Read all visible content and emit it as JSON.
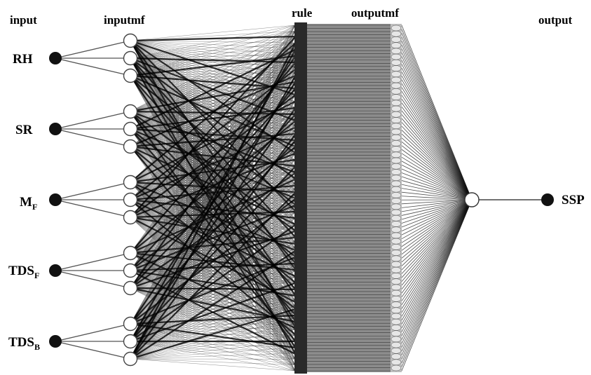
{
  "headers": {
    "input": "input",
    "inputmf": "inputmf",
    "rule": "rule",
    "outputmf": "outputmf",
    "output": "output"
  },
  "inputs": [
    {
      "main": "RH",
      "sub": ""
    },
    {
      "main": "SR",
      "sub": ""
    },
    {
      "main": "M",
      "sub": "F"
    },
    {
      "main": "TDS",
      "sub": "F"
    },
    {
      "main": "TDS",
      "sub": "B"
    }
  ],
  "output_label": "SSP",
  "membership_functions_per_input": 3,
  "colors": {
    "node_fill": "#111111",
    "mf_fill": "#ffffff",
    "rule_bar": "#2a2a2a",
    "outputmf_band": "#8c8c8c",
    "wire": "#1a1a1a"
  }
}
